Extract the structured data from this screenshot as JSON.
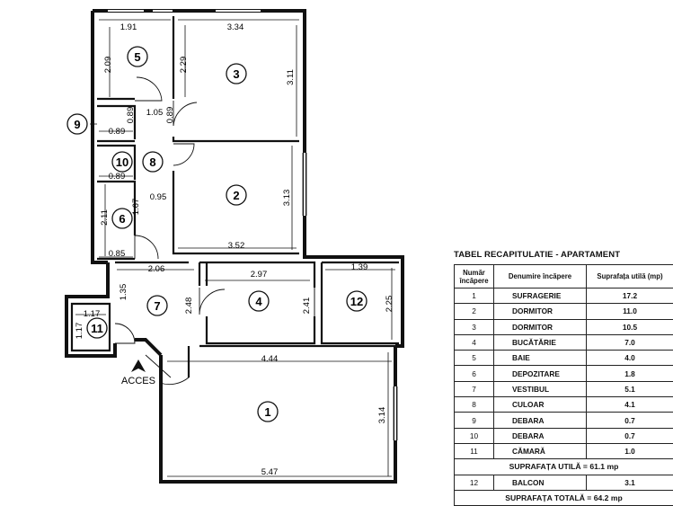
{
  "plan": {
    "rooms": [
      "1",
      "2",
      "3",
      "4",
      "5",
      "6",
      "7",
      "8",
      "9",
      "10",
      "11",
      "12"
    ],
    "dimensions": [
      "1.91",
      "2.09",
      "3.34",
      "2.29",
      "3.11",
      "1.05",
      "0.89",
      "0.89",
      "0.89",
      "0.89",
      "0.95",
      "1.67",
      "2.11",
      "0.85",
      "3.13",
      "3.52",
      "2.06",
      "1.35",
      "2.48",
      "2.97",
      "2.41",
      "1.39",
      "2.25",
      "1.17",
      "1.17",
      "4.44",
      "3.14",
      "5.47"
    ],
    "access_label": "ACCES"
  },
  "table": {
    "title": "TABEL RECAPITULATIE - APARTAMENT",
    "headers": [
      "Număr încăpere",
      "Denumire încăpere",
      "Suprafața utilă (mp)"
    ],
    "rows": [
      {
        "num": "1",
        "name": "SUFRAGERIE",
        "area": "17.2"
      },
      {
        "num": "2",
        "name": "DORMITOR",
        "area": "11.0"
      },
      {
        "num": "3",
        "name": "DORMITOR",
        "area": "10.5"
      },
      {
        "num": "4",
        "name": "BUCĂTĂRIE",
        "area": "7.0"
      },
      {
        "num": "5",
        "name": "BAIE",
        "area": "4.0"
      },
      {
        "num": "6",
        "name": "DEPOZITARE",
        "area": "1.8"
      },
      {
        "num": "7",
        "name": "VESTIBUL",
        "area": "5.1"
      },
      {
        "num": "8",
        "name": "CULOAR",
        "area": "4.1"
      },
      {
        "num": "9",
        "name": "DEBARA",
        "area": "0.7"
      },
      {
        "num": "10",
        "name": "DEBARA",
        "area": "0.7"
      },
      {
        "num": "11",
        "name": "CĂMARĂ",
        "area": "1.0"
      }
    ],
    "useful_total": "SUPRAFAȚA UTILĂ = 61.1 mp",
    "balcony": {
      "num": "12",
      "name": "BALCON",
      "area": "3.1"
    },
    "grand_total": "SUPRAFAȚA TOTALĂ = 64.2 mp"
  }
}
